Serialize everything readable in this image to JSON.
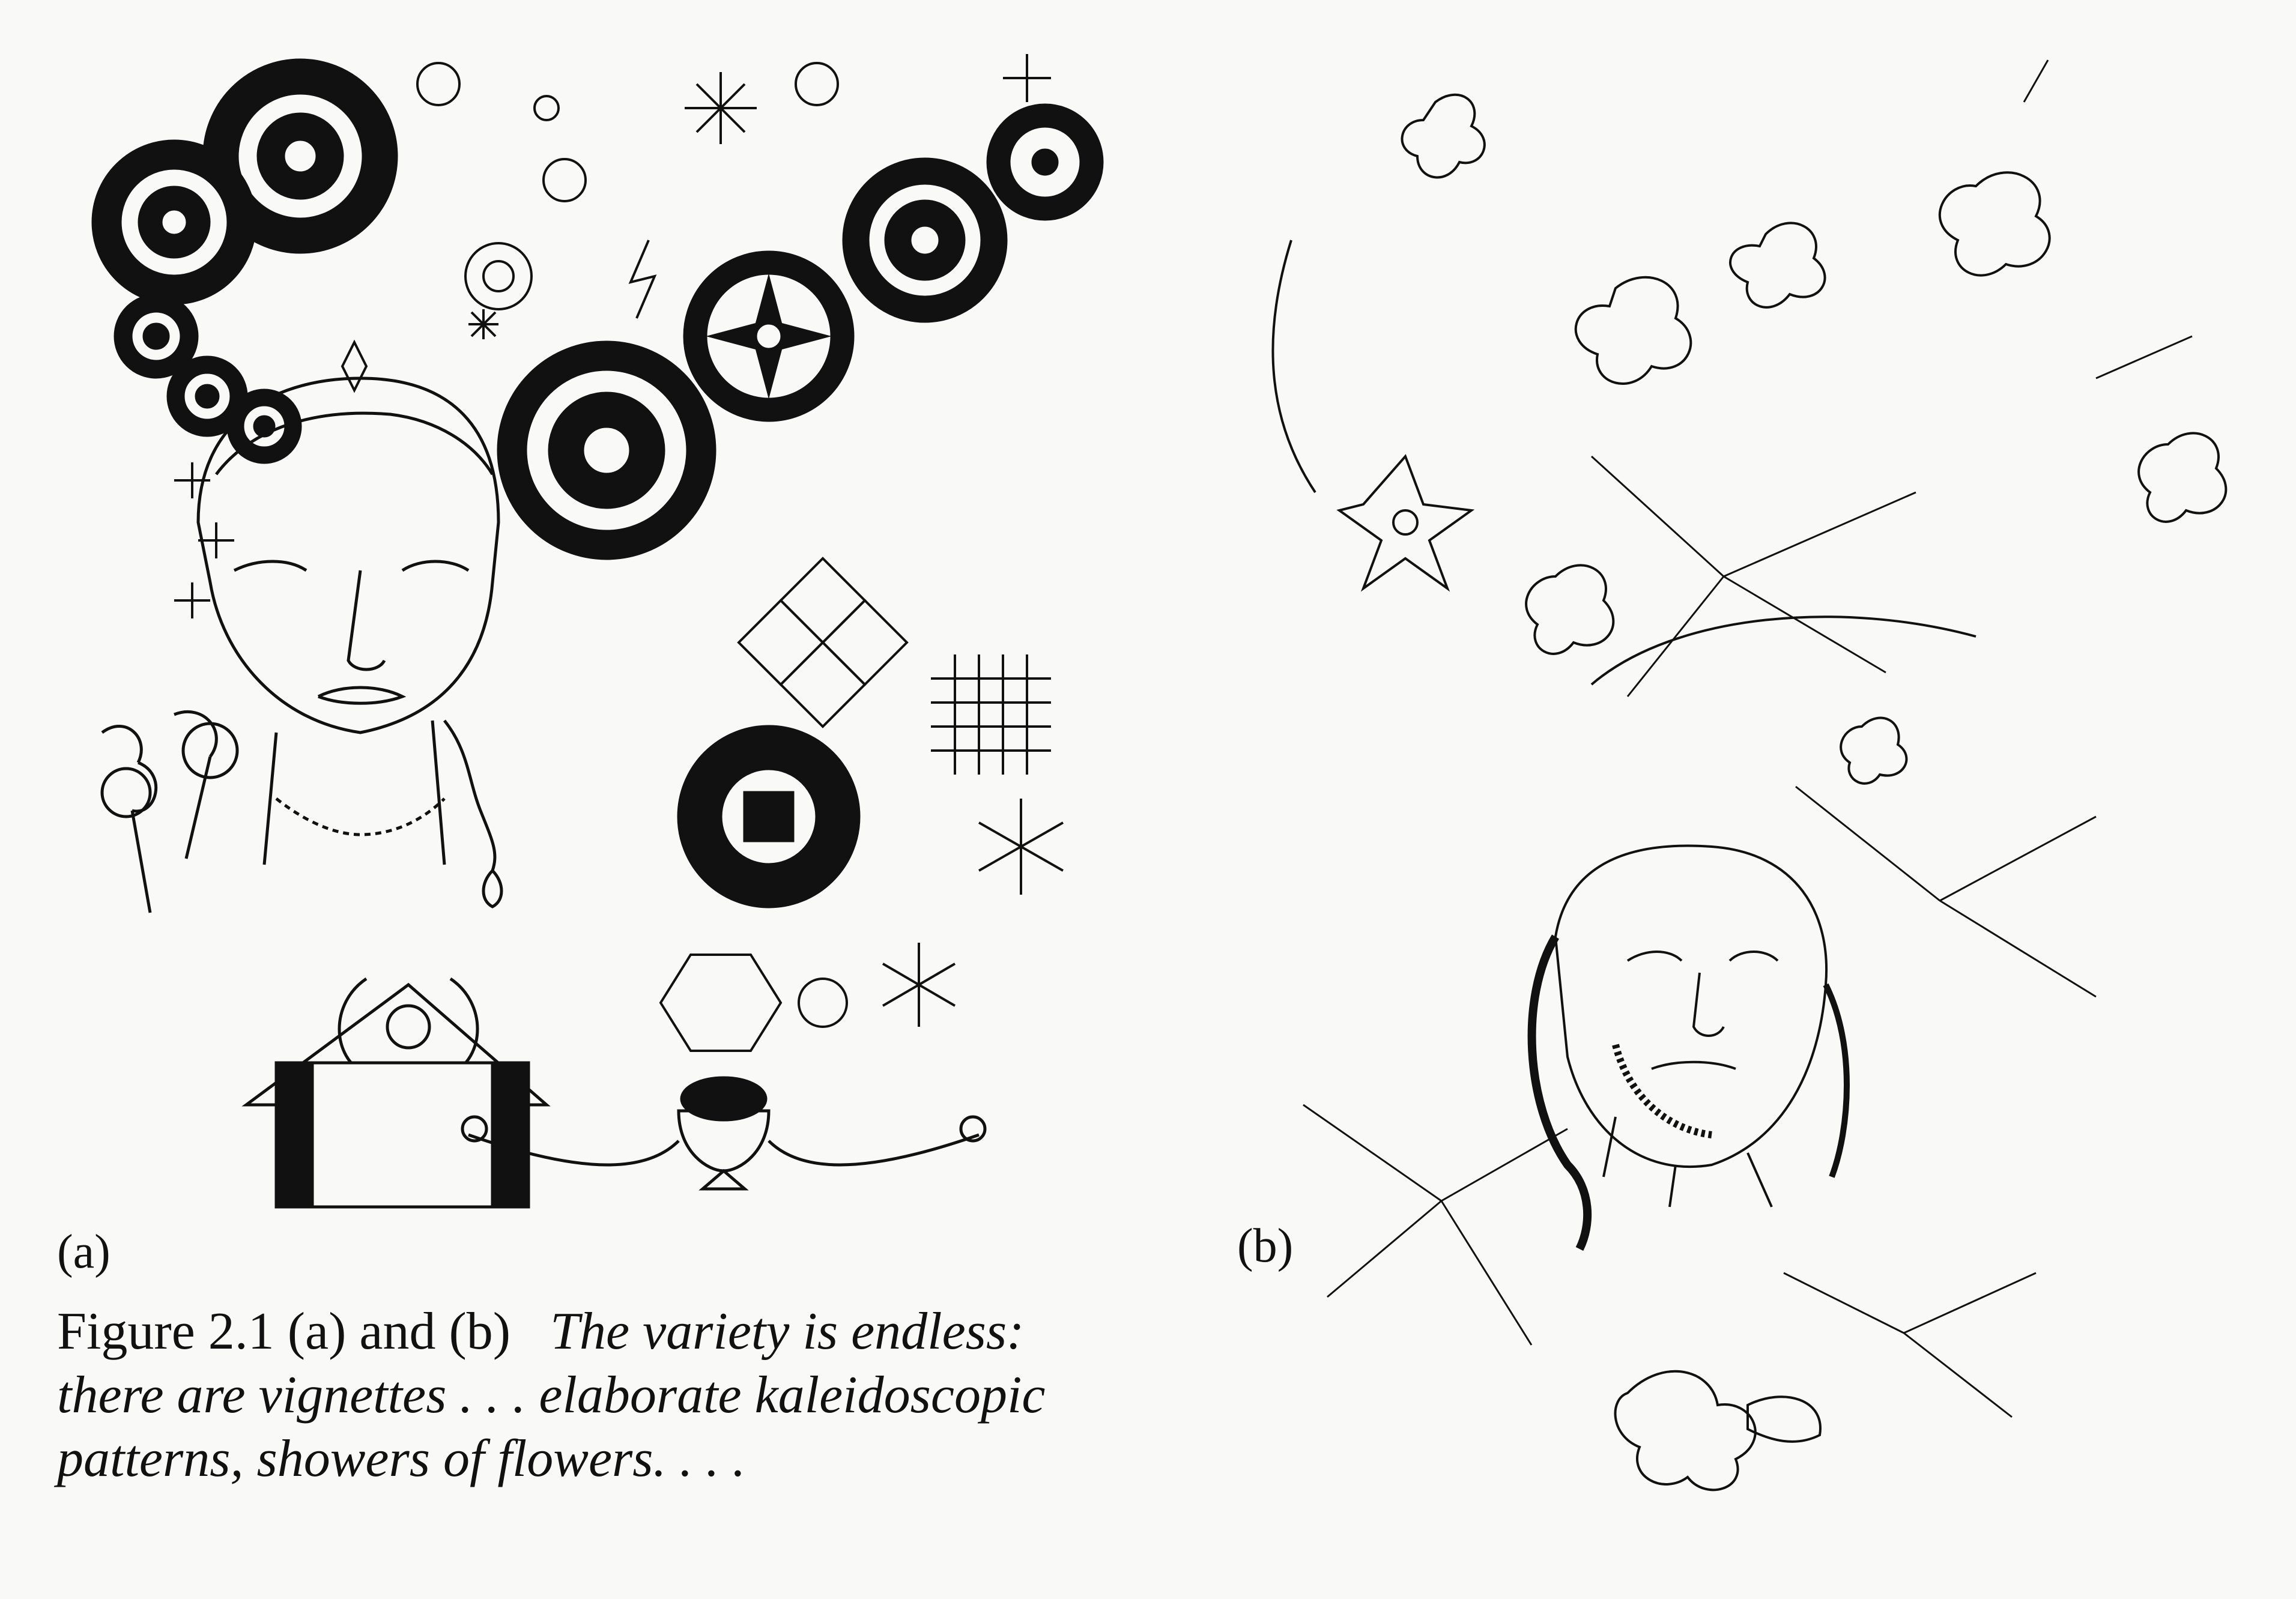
{
  "panels": {
    "a": {
      "label": "(a)"
    },
    "b": {
      "label": "(b)"
    }
  },
  "caption": {
    "figure_number": "Figure 2.1 (a) and (b)",
    "text": "The variety is endless: there are vignettes . . . elaborate kaleidoscopic patterns, showers of flowers. . . ."
  },
  "colors": {
    "ink": "#111111",
    "paper": "#f9f9f8"
  }
}
